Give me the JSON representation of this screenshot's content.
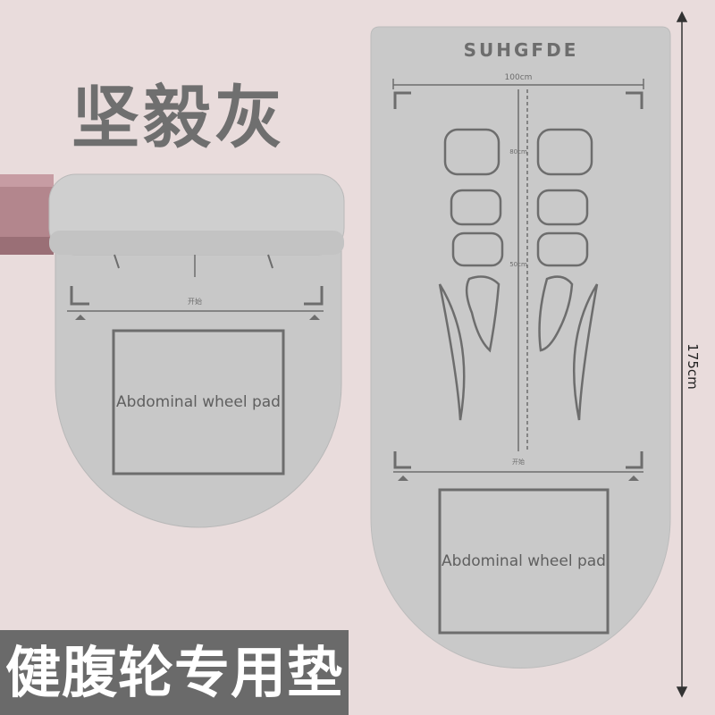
{
  "product_color_title": "坚毅灰",
  "bottom_caption": "健腹轮专用垫",
  "brand_logo": "SUHGFDE",
  "width_marker": "100cm",
  "length_marker": "175cm",
  "marker_80": "80cm",
  "marker_50": "50cm",
  "start_label": "开始",
  "pad_label": "Abdominal wheel pad",
  "colors": {
    "background": "#e9dcdc",
    "mat": "#c9c9c9",
    "mat_edge": "#bdbdbd",
    "line": "#6d6d6d",
    "caption_bg": "#6a6a6a"
  }
}
